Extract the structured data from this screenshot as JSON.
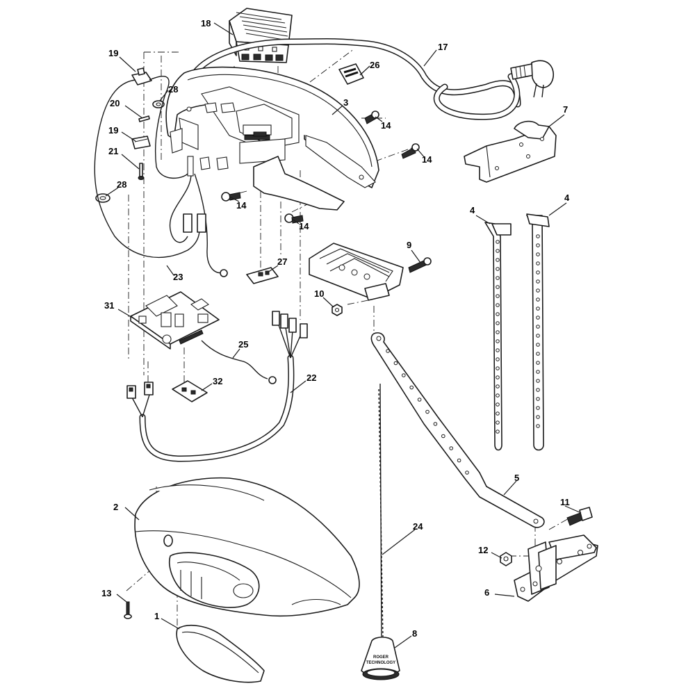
{
  "diagram": {
    "callouts": [
      {
        "id": "c18",
        "label": "18"
      },
      {
        "id": "c19a",
        "label": "19"
      },
      {
        "id": "c28a",
        "label": "28"
      },
      {
        "id": "c26",
        "label": "26"
      },
      {
        "id": "c17",
        "label": "17"
      },
      {
        "id": "c3",
        "label": "3"
      },
      {
        "id": "c20",
        "label": "20"
      },
      {
        "id": "c14a",
        "label": "14"
      },
      {
        "id": "c7",
        "label": "7"
      },
      {
        "id": "c19b",
        "label": "19"
      },
      {
        "id": "c21",
        "label": "21"
      },
      {
        "id": "c14b",
        "label": "14"
      },
      {
        "id": "c28b",
        "label": "28"
      },
      {
        "id": "c14c",
        "label": "14"
      },
      {
        "id": "c14d",
        "label": "14"
      },
      {
        "id": "c4a",
        "label": "4"
      },
      {
        "id": "c4b",
        "label": "4"
      },
      {
        "id": "c9",
        "label": "9"
      },
      {
        "id": "c27",
        "label": "27"
      },
      {
        "id": "c23",
        "label": "23"
      },
      {
        "id": "c10",
        "label": "10"
      },
      {
        "id": "c31",
        "label": "31"
      },
      {
        "id": "c25",
        "label": "25"
      },
      {
        "id": "c22",
        "label": "22"
      },
      {
        "id": "c32",
        "label": "32"
      },
      {
        "id": "c5",
        "label": "5"
      },
      {
        "id": "c2",
        "label": "2"
      },
      {
        "id": "c11",
        "label": "11"
      },
      {
        "id": "c24",
        "label": "24"
      },
      {
        "id": "c12",
        "label": "12"
      },
      {
        "id": "c13",
        "label": "13"
      },
      {
        "id": "c6",
        "label": "6"
      },
      {
        "id": "c1",
        "label": "1"
      },
      {
        "id": "c8",
        "label": "8"
      }
    ],
    "antenna_brand": "ROGER",
    "antenna_sub": "TECHNOLOGY"
  }
}
